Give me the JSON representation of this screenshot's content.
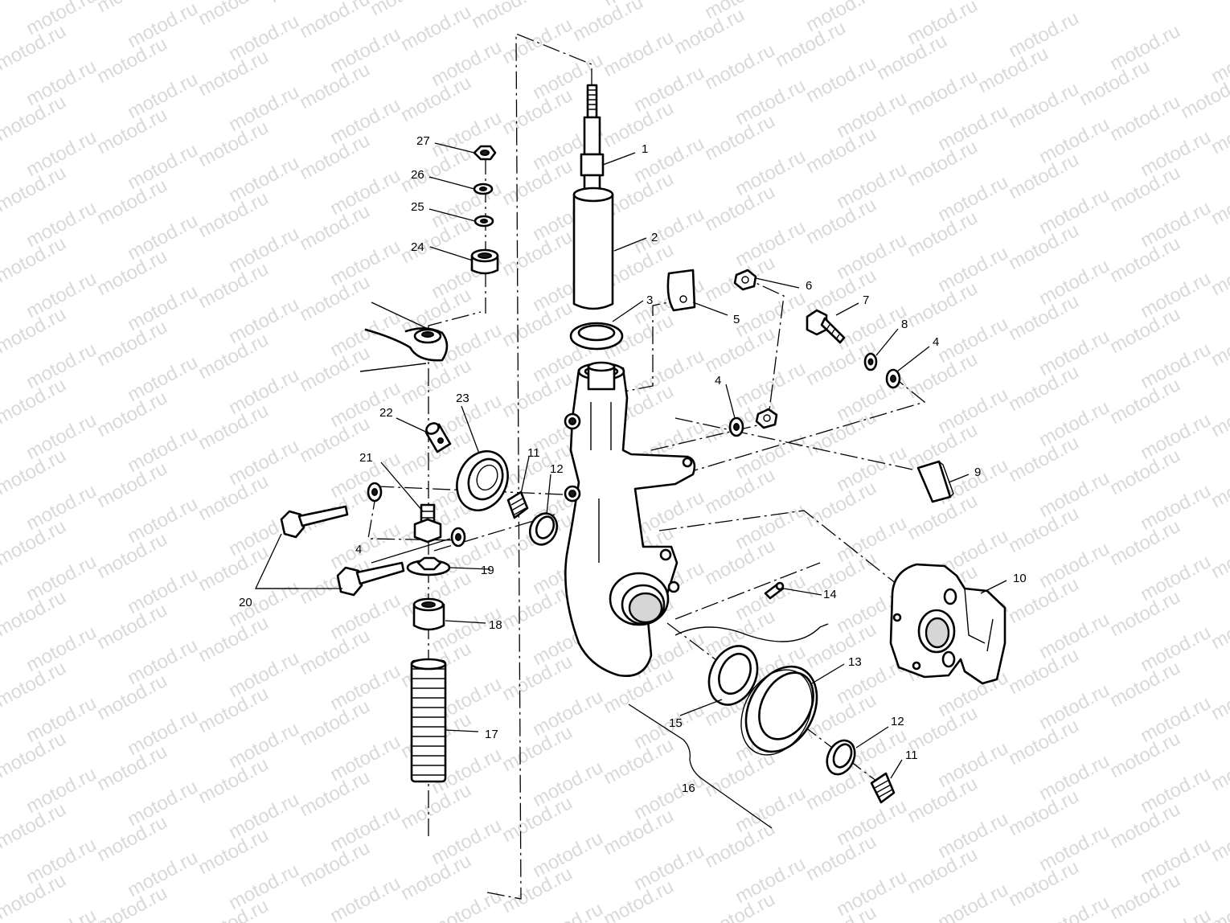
{
  "watermark": {
    "text": "motod.ru",
    "color": "#d9d9d9"
  },
  "callouts": [
    {
      "id": "c1",
      "text": "1"
    },
    {
      "id": "c2",
      "text": "2"
    },
    {
      "id": "c3",
      "text": "3"
    },
    {
      "id": "c4a",
      "text": "4"
    },
    {
      "id": "c4b",
      "text": "4"
    },
    {
      "id": "c4c",
      "text": "4"
    },
    {
      "id": "c5",
      "text": "5"
    },
    {
      "id": "c6",
      "text": "6"
    },
    {
      "id": "c7",
      "text": "7"
    },
    {
      "id": "c8",
      "text": "8"
    },
    {
      "id": "c9",
      "text": "9"
    },
    {
      "id": "c10",
      "text": "10"
    },
    {
      "id": "c11a",
      "text": "11"
    },
    {
      "id": "c11b",
      "text": "11"
    },
    {
      "id": "c12a",
      "text": "12"
    },
    {
      "id": "c12b",
      "text": "12"
    },
    {
      "id": "c13",
      "text": "13"
    },
    {
      "id": "c14",
      "text": "14"
    },
    {
      "id": "c15",
      "text": "15"
    },
    {
      "id": "c16",
      "text": "16"
    },
    {
      "id": "c17",
      "text": "17"
    },
    {
      "id": "c18",
      "text": "18"
    },
    {
      "id": "c19",
      "text": "19"
    },
    {
      "id": "c20",
      "text": "20"
    },
    {
      "id": "c21",
      "text": "21"
    },
    {
      "id": "c22",
      "text": "22"
    },
    {
      "id": "c23",
      "text": "23"
    },
    {
      "id": "c24",
      "text": "24"
    },
    {
      "id": "c25",
      "text": "25"
    },
    {
      "id": "c26",
      "text": "26"
    },
    {
      "id": "c27",
      "text": "27"
    }
  ]
}
